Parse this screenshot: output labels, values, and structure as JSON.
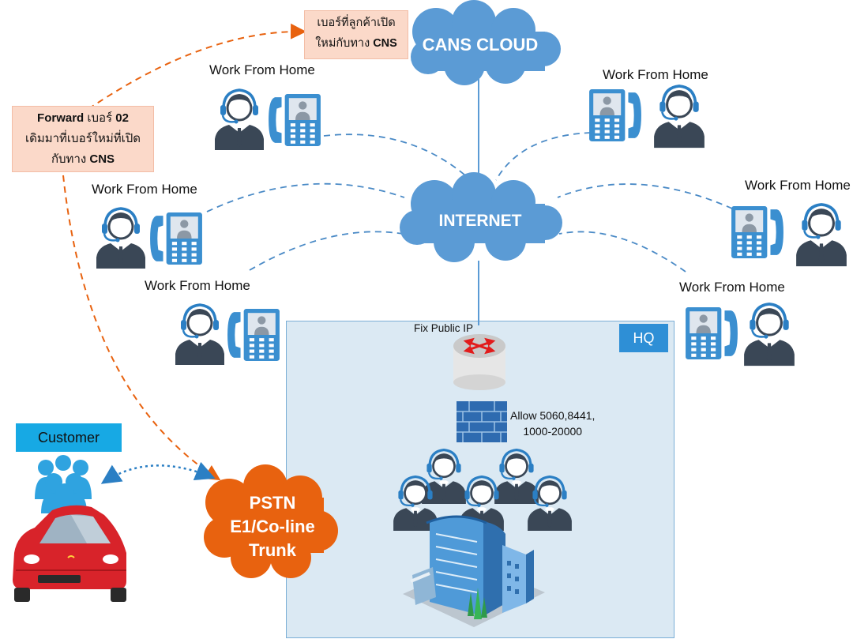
{
  "clouds": {
    "cans": "CANS CLOUD",
    "internet": "INTERNET",
    "pstn_line1": "PSTN",
    "pstn_line2": "E1/Co-line",
    "pstn_line3": "Trunk"
  },
  "notes": {
    "cns_number_line1": "เบอร์ที่ลูกค้าเปิด",
    "cns_number_line2_prefix": "ใหม่กับทาง ",
    "cns_number_line2_bold": "CNS",
    "forward_line1_bold_a": "Forward",
    "forward_line1_text": " เบอร์ ",
    "forward_line1_bold_b": "02",
    "forward_line2": "เดิมมาที่เบอร์ใหม่ที่เปิด",
    "forward_line3_prefix": "กับทาง ",
    "forward_line3_bold": "CNS"
  },
  "work_from_home": [
    "Work From Home",
    "Work From Home",
    "Work From Home",
    "Work From Home",
    "Work From Home",
    "Work From Home"
  ],
  "hq": {
    "tag": "HQ",
    "router_label": "Fix Public IP",
    "firewall_line1": "Allow 5060,8441,",
    "firewall_line2": "1000-20000"
  },
  "customer": "Customer",
  "colors": {
    "cloud_blue": "#5b9bd5",
    "pstn_orange": "#e8620f",
    "note_fill": "#fbd9c9",
    "hq_fill": "#dbe9f3",
    "hq_tag": "#2e8fd6",
    "customer_tag": "#17a9e4",
    "agent_dark": "#3a4756",
    "headset_blue": "#2b7fc4",
    "phone_blue": "#3b8fd0",
    "car_red": "#d8232a",
    "dashed_blue": "#4a8ac6",
    "dashed_orange": "#e8620f"
  }
}
